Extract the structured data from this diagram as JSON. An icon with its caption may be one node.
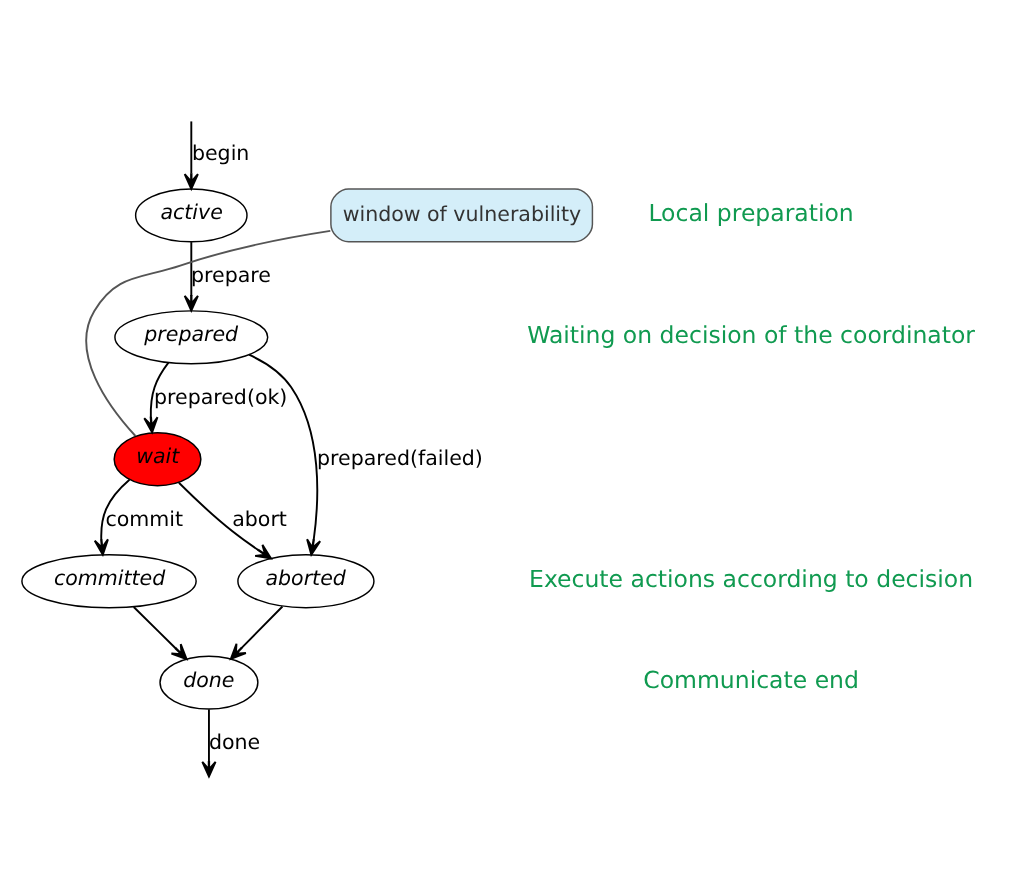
{
  "diagram": {
    "nodes": [
      {
        "text": [
          "active"
        ]
      },
      {
        "text": [
          "window of vulnerability"
        ]
      },
      {
        "text": [
          "prepared"
        ]
      },
      {
        "text": [
          "wait"
        ]
      },
      {
        "text": [
          "committed"
        ]
      },
      {
        "text": [
          "aborted"
        ]
      },
      {
        "text": [
          "done"
        ]
      }
    ],
    "edges": [
      {
        "from": null,
        "to": 0,
        "arrow": "to",
        "label": "begin"
      },
      {
        "from": 0,
        "to": 2,
        "arrow": "to",
        "label": "prepare"
      },
      {
        "from": 2,
        "to": 3,
        "arrow": "to",
        "label": "prepared(ok)"
      },
      {
        "from": 2,
        "to": 5,
        "arrow": "to",
        "label": "prepared(failed)"
      },
      {
        "from": 3,
        "to": 4,
        "arrow": "to",
        "label": "commit"
      },
      {
        "from": 3,
        "to": 5,
        "arrow": "to",
        "label": "abort"
      },
      {
        "from": 4,
        "to": 6,
        "arrow": "to"
      },
      {
        "from": 5,
        "to": 6,
        "arrow": "to"
      },
      {
        "from": 6,
        "to": null,
        "arrow": "to",
        "label": "done"
      },
      {
        "from": 1,
        "to": 3,
        "arrow": "none"
      }
    ],
    "labels": [
      "Local preparation",
      "Waiting on decision of the coordinator",
      "Execute actions according to decision",
      "Communicate end"
    ]
  }
}
